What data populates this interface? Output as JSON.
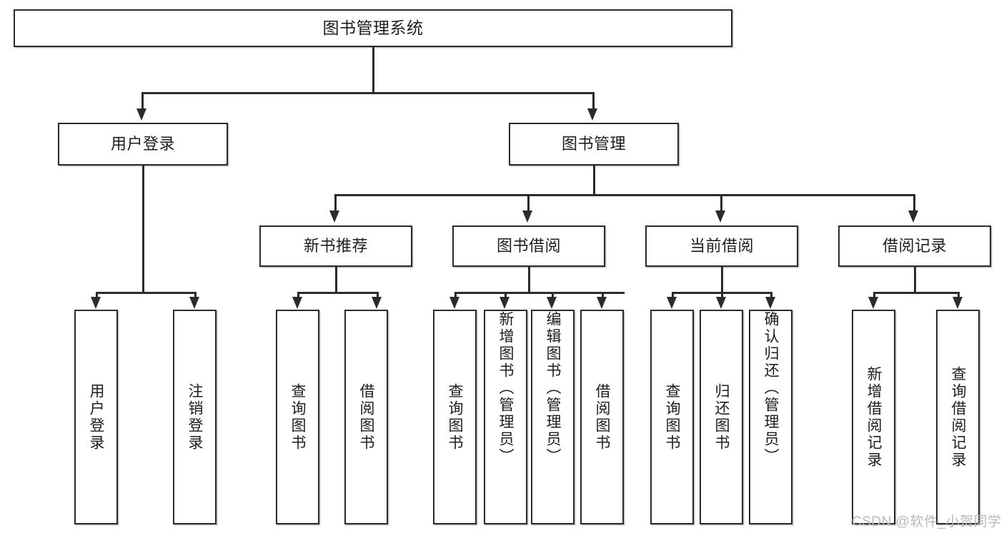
{
  "diagram": {
    "title": "图书管理系统",
    "type": "tree-hierarchy",
    "background": "#ffffff",
    "line_color": "#2b2b2b",
    "text_color": "#1d1d1d"
  },
  "nodes": {
    "root": {
      "label": "图书管理系统",
      "level": 1
    },
    "l2": [
      {
        "id": "user-login",
        "label": "用户登录",
        "level": 2
      },
      {
        "id": "book-manage",
        "label": "图书管理",
        "level": 2
      }
    ],
    "l3": [
      {
        "id": "new-book-rec",
        "label": "新书推荐",
        "level": 3
      },
      {
        "id": "book-borrow",
        "label": "图书借阅",
        "level": 3
      },
      {
        "id": "current-borrow",
        "label": "当前借阅",
        "level": 3
      },
      {
        "id": "borrow-record",
        "label": "借阅记录",
        "level": 3
      }
    ],
    "leaves": [
      {
        "id": "leaf-user-login",
        "label": "用户登录",
        "parent": "user-login"
      },
      {
        "id": "leaf-user-logout",
        "label": "注销登录",
        "parent": "user-login"
      },
      {
        "id": "leaf-rec-query-book",
        "label": "查询图书",
        "parent": "new-book-rec"
      },
      {
        "id": "leaf-rec-borrow-book",
        "label": "借阅图书",
        "parent": "new-book-rec"
      },
      {
        "id": "leaf-borrow-query-book",
        "label": "查询图书",
        "parent": "book-borrow"
      },
      {
        "id": "leaf-borrow-add-book",
        "label": "新增图书（管理员）",
        "parent": "book-borrow"
      },
      {
        "id": "leaf-borrow-edit-book",
        "label": "编辑图书（管理员）",
        "parent": "book-borrow"
      },
      {
        "id": "leaf-borrow-borrow-book",
        "label": "借阅图书",
        "parent": "book-borrow"
      },
      {
        "id": "leaf-cur-query-book",
        "label": "查询图书",
        "parent": "current-borrow"
      },
      {
        "id": "leaf-cur-return-book",
        "label": "归还图书",
        "parent": "current-borrow"
      },
      {
        "id": "leaf-cur-confirm-return",
        "label": "确认归还（管理员）",
        "parent": "current-borrow"
      },
      {
        "id": "leaf-rec-add-record",
        "label": "新增借阅记录",
        "parent": "borrow-record"
      },
      {
        "id": "leaf-rec-query-record",
        "label": "查询借阅记录",
        "parent": "borrow-record"
      }
    ]
  },
  "watermark": {
    "text": "CSDN @软件_小贺同学",
    "color": "#b9b9b9"
  }
}
